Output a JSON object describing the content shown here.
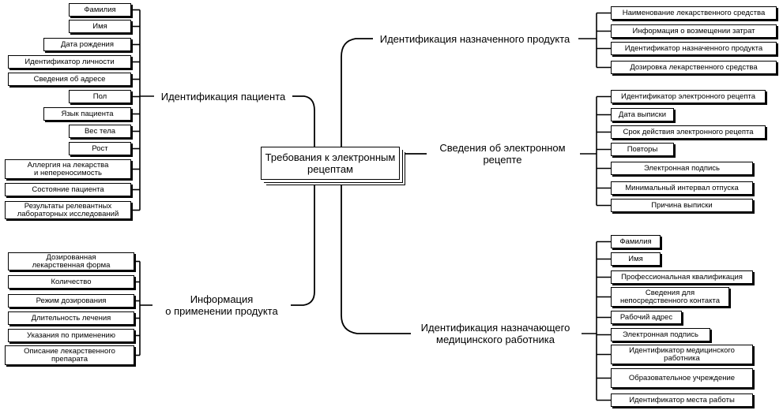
{
  "center": {
    "title": "Требования к электронным\nрецептам"
  },
  "groups": {
    "patient": {
      "title": "Идентификация пациента",
      "items": [
        "Фамилия",
        "Имя",
        "Дата рождения",
        "Идентификатор личности",
        "Сведения об адресе",
        "Пол",
        "Язык пациента",
        "Вес тела",
        "Рост",
        "Аллергия на лекарства\nи непереносимость",
        "Состояние пациента",
        "Результаты релевантных\nлабораторных исследований"
      ]
    },
    "usage": {
      "title": "Информация\nо применении продукта",
      "items": [
        "Дозированная\nлекарственная форма",
        "Количество",
        "Режим дозирования",
        "Длительность лечения",
        "Указания по применению",
        "Описание лекарственного\nпрепарата"
      ]
    },
    "product": {
      "title": "Идентификация назначенного продукта",
      "items": [
        "Наименование лекарственного средства",
        "Информация о возмещении затрат",
        "Идентификатор назначенного продукта",
        "Дозировка лекарственного средства"
      ]
    },
    "prescription": {
      "title": "Сведения об электронном\nрецепте",
      "items": [
        "Идентификатор электронного рецепта",
        "Дата выписки",
        "Срок действия электронного рецепта",
        "Повторы",
        "Электронная подпись",
        "Минимальный интервал отпуска",
        "Причина выписки"
      ]
    },
    "prescriber": {
      "title": "Идентификация назначающего\nмедицинского работника",
      "items": [
        "Фамилия",
        "Имя",
        "Профессиональная квалификация",
        "Сведения для\nнепосредственного контакта",
        "Рабочий адрес",
        "Электронная подпись",
        "Идентификатор медицинского\nработника",
        "Образовательное учреждение",
        "Идентификатор места работы"
      ]
    }
  }
}
